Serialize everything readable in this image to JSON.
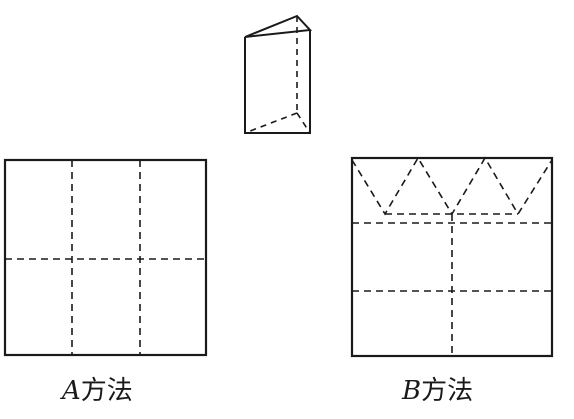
{
  "figure": {
    "method_a": {
      "letter": "A",
      "suffix": "方法"
    },
    "method_b": {
      "letter": "B",
      "suffix": "方法"
    }
  },
  "colors": {
    "ink": "#1a1a1a",
    "background": "#ffffff"
  }
}
